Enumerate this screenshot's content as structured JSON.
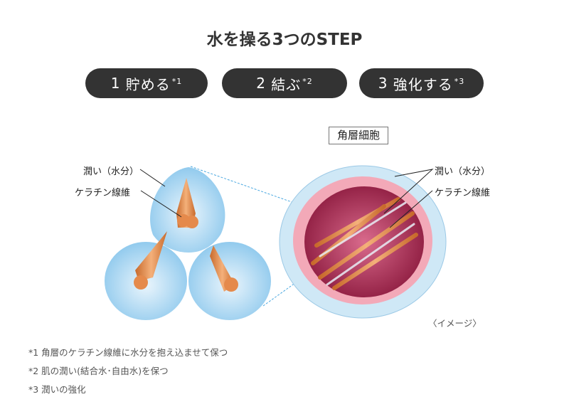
{
  "title": "水を操る3つのSTEP",
  "steps": [
    {
      "num": "1",
      "label": "貯める",
      "mark": "*1"
    },
    {
      "num": "2",
      "label": "結ぶ",
      "mark": "*2"
    },
    {
      "num": "3",
      "label": "強化する",
      "mark": "*3"
    }
  ],
  "diagram": {
    "cell_label": "角層細胞",
    "left_labels": {
      "moisture": "潤い（水分）",
      "keratin": "ケラチン線維"
    },
    "right_labels": {
      "moisture": "潤い（水分）",
      "keratin": "ケラチン線維"
    },
    "image_note": "〈イメージ〉"
  },
  "footnotes": [
    "*1 角層のケラチン線維に水分を抱え込ませて保つ",
    "*2 肌の潤い(結合水･自由水)を保つ",
    "*3 潤いの強化"
  ]
}
